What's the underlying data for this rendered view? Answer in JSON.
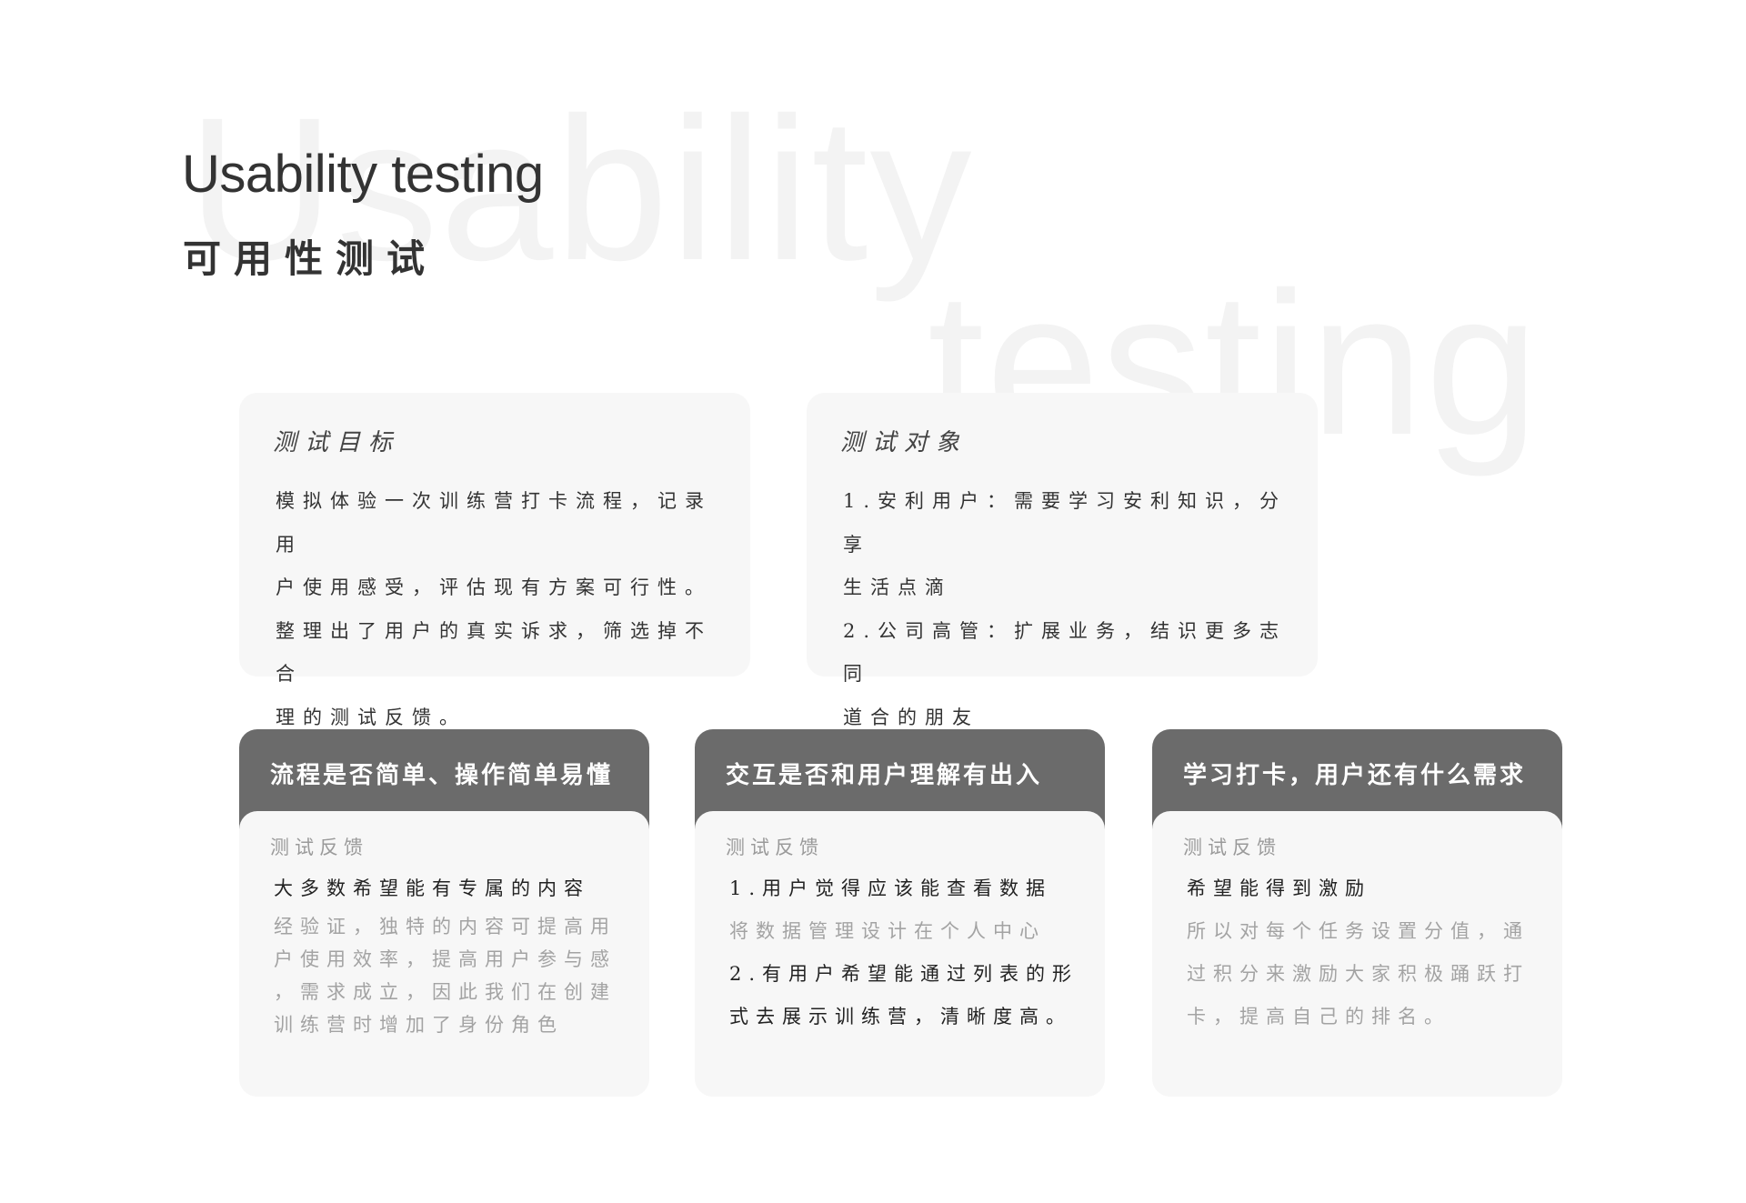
{
  "background_words": [
    "Usability",
    "testing"
  ],
  "title_en": "Usability testing",
  "title_cn": "可用性测试",
  "top_cards": [
    {
      "heading": "测试目标",
      "lines": [
        "模拟体验一次训练营打卡流程，记录用",
        "户使用感受，评估现有方案可行性。",
        "整理出了用户的真实诉求，筛选掉不合",
        "理的测试反馈。"
      ]
    },
    {
      "heading": "测试对象",
      "lines": [
        "1.安利用户：需要学习安利知识，分享",
        "生活点滴",
        "2.公司高管：扩展业务，结识更多志同",
        "道合的朋友"
      ]
    }
  ],
  "feedback_cards": [
    {
      "title": "流程是否简单、操作简单易懂",
      "label": "测试反馈",
      "lines": [
        "大多数希望能有专属的内容",
        "经验证，独特的内容可提高用",
        "户使用效率，提高用户参与感",
        "，需求成立，因此我们在创建",
        "训练营时增加了身份角色"
      ]
    },
    {
      "title": "交互是否和用户理解有出入",
      "label": "测试反馈",
      "lines": [
        "1.用户觉得应该能查看数据",
        "将数据管理设计在个人中心",
        "2.有用户希望能通过列表的形",
        "式去展示训练营，清晰度高。"
      ]
    },
    {
      "title": "学习打卡，用户还有什么需求",
      "label": "测试反馈",
      "lines": [
        "希望能得到激励",
        "所以对每个任务设置分值，通",
        "过积分来激励大家积极踊跃打",
        "卡，提高自己的排名。"
      ]
    }
  ],
  "colors": {
    "card_bg": "#f7f7f7",
    "header_bg": "#6b6b6b",
    "title_text": "#333333",
    "muted_text": "#a3a3a3"
  }
}
